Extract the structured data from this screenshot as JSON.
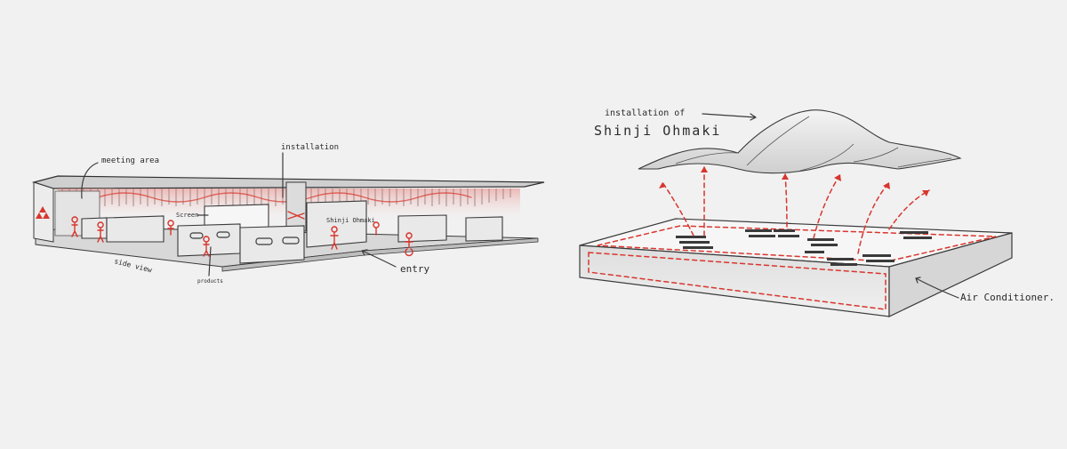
{
  "left_sketch": {
    "labels": {
      "meeting_area": "meeting  area",
      "installation": "installation",
      "screen": "Screen",
      "shinji_sign": "Shinji Ohmaki",
      "products": "products",
      "side_view": "side   view",
      "entry": "entry"
    }
  },
  "right_sketch": {
    "labels": {
      "installation_of": "installation of",
      "artist": "Shinji Ohmaki",
      "air_conditioner": "Air Conditioner."
    }
  },
  "colors": {
    "accent_red": "#d8362e",
    "ink": "#3a3a3a",
    "background": "#f1f1f1"
  }
}
